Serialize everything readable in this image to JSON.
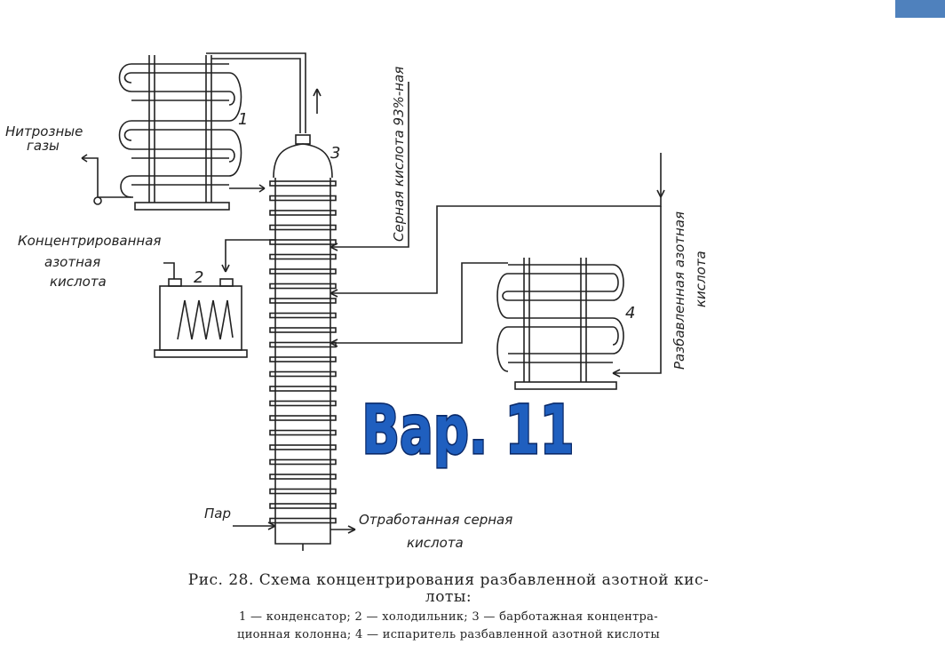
{
  "labels": {
    "nitrous_gases_l1": "Нитрозные",
    "nitrous_gases_l2": "газы",
    "conc_acid_l1": "Концентрированная",
    "conc_acid_l2": "азотная",
    "conc_acid_l3": "кислота",
    "sulfuric_acid": "Серная кислота 93%-ная",
    "dilute_acid_l1": "Разбавленная азотная",
    "dilute_acid_l2": "кислота",
    "steam": "Пар",
    "spent_acid_l1": "Отработанная серная",
    "spent_acid_l2": "кислота",
    "n1": "1",
    "n2": "2",
    "n3": "3",
    "n4": "4"
  },
  "variant": "Вар. 11",
  "caption": {
    "title_line1": "Рис. 28. Схема концентрирования разбавленной азотной кис-",
    "title_line2": "лоты:",
    "legend_line1": "1 — конденсатор;  2 — холодильник;  3 — барботажная  концентра-",
    "legend_line2": "ционная колонна;  4 — испаритель разбавленной азотной кислоты"
  },
  "colors": {
    "accent": "#4f81bd",
    "variant_fill": "#1f5fbf",
    "variant_stroke": "#0a2a6a",
    "ink": "#222222"
  }
}
